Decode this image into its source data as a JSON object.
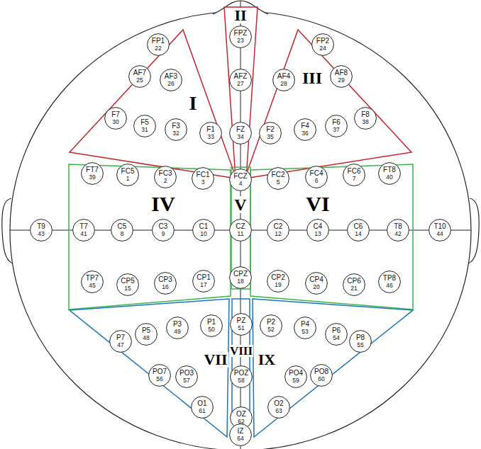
{
  "diagram": {
    "nodes": [
      {
        "text": [
          "I"
        ]
      },
      {
        "text": [
          "FP1",
          "22"
        ],
        "in": 0
      },
      {
        "text": [
          "AF7",
          "25"
        ],
        "in": 0
      },
      {
        "text": [
          "AF3",
          "26"
        ],
        "in": 0
      },
      {
        "text": [
          "F7",
          "30"
        ],
        "in": 0
      },
      {
        "text": [
          "F5",
          "31"
        ],
        "in": 0
      },
      {
        "text": [
          "F3",
          "32"
        ],
        "in": 0
      },
      {
        "text": [
          "F1",
          "33"
        ],
        "in": 0
      },
      {
        "text": [
          "II"
        ]
      },
      {
        "text": [
          "FPZ",
          "23"
        ],
        "in": 8
      },
      {
        "text": [
          "AFZ",
          "27"
        ],
        "in": 8
      },
      {
        "text": [
          "FZ",
          "34"
        ],
        "in": 8
      },
      {
        "text": [
          "III"
        ]
      },
      {
        "text": [
          "FP2",
          "24"
        ],
        "in": 12
      },
      {
        "text": [
          "AF4",
          "28"
        ],
        "in": 12
      },
      {
        "text": [
          "AF8",
          "29"
        ],
        "in": 12
      },
      {
        "text": [
          "F2",
          "35"
        ],
        "in": 12
      },
      {
        "text": [
          "F4",
          "36"
        ],
        "in": 12
      },
      {
        "text": [
          "F6",
          "37"
        ],
        "in": 12
      },
      {
        "text": [
          "F8",
          "38"
        ],
        "in": 12
      },
      {
        "text": [
          "IV"
        ]
      },
      {
        "text": [
          "FT7",
          "39"
        ],
        "in": 20
      },
      {
        "text": [
          "FC5",
          "1"
        ],
        "in": 20
      },
      {
        "text": [
          "FC3",
          "2"
        ],
        "in": 20
      },
      {
        "text": [
          "FC1",
          "3"
        ],
        "in": 20
      },
      {
        "text": [
          "T7",
          "41"
        ],
        "in": 20
      },
      {
        "text": [
          "C5",
          "8"
        ],
        "in": 20
      },
      {
        "text": [
          "C3",
          "9"
        ],
        "in": 20
      },
      {
        "text": [
          "C1",
          "10"
        ],
        "in": 20
      },
      {
        "text": [
          "TP7",
          "45"
        ],
        "in": 20
      },
      {
        "text": [
          "CP5",
          "15"
        ],
        "in": 20
      },
      {
        "text": [
          "CP3",
          "16"
        ],
        "in": 20
      },
      {
        "text": [
          "CP1",
          "17"
        ],
        "in": 20
      },
      {
        "text": [
          "V"
        ]
      },
      {
        "text": [
          "FCZ",
          "4"
        ],
        "in": 33
      },
      {
        "text": [
          "CZ",
          "11"
        ],
        "in": 33
      },
      {
        "text": [
          "CPZ",
          "18"
        ],
        "in": 33
      },
      {
        "text": [
          "VI"
        ]
      },
      {
        "text": [
          "FC2",
          "5"
        ],
        "in": 37
      },
      {
        "text": [
          "FC4",
          "6"
        ],
        "in": 37
      },
      {
        "text": [
          "FC6",
          "7"
        ],
        "in": 37
      },
      {
        "text": [
          "FT8",
          "40"
        ],
        "in": 37
      },
      {
        "text": [
          "C2",
          "12"
        ],
        "in": 37
      },
      {
        "text": [
          "C4",
          "13"
        ],
        "in": 37
      },
      {
        "text": [
          "C6",
          "14"
        ],
        "in": 37
      },
      {
        "text": [
          "T8",
          "42"
        ],
        "in": 37
      },
      {
        "text": [
          "CP2",
          "19"
        ],
        "in": 37
      },
      {
        "text": [
          "CP4",
          "20"
        ],
        "in": 37
      },
      {
        "text": [
          "CP6",
          "21"
        ],
        "in": 37
      },
      {
        "text": [
          "TP8",
          "46"
        ],
        "in": 37
      },
      {
        "text": [
          "VII"
        ]
      },
      {
        "text": [
          "P7",
          "47"
        ],
        "in": 50
      },
      {
        "text": [
          "P5",
          "48"
        ],
        "in": 50
      },
      {
        "text": [
          "P3",
          "49"
        ],
        "in": 50
      },
      {
        "text": [
          "P1",
          "50"
        ],
        "in": 50
      },
      {
        "text": [
          "PO7",
          "56"
        ],
        "in": 50
      },
      {
        "text": [
          "PO3",
          "57"
        ],
        "in": 50
      },
      {
        "text": [
          "O1",
          "61"
        ],
        "in": 50
      },
      {
        "text": [
          "VIII"
        ]
      },
      {
        "text": [
          "PZ",
          "51"
        ],
        "in": 58
      },
      {
        "text": [
          "POZ",
          "58"
        ],
        "in": 58
      },
      {
        "text": [
          "OZ",
          "62"
        ],
        "in": 58
      },
      {
        "text": [
          "IX"
        ]
      },
      {
        "text": [
          "P2",
          "52"
        ],
        "in": 62
      },
      {
        "text": [
          "P4",
          "53"
        ],
        "in": 62
      },
      {
        "text": [
          "P6",
          "54"
        ],
        "in": 62
      },
      {
        "text": [
          "P8",
          "55"
        ],
        "in": 62
      },
      {
        "text": [
          "PO4",
          "59"
        ],
        "in": 62
      },
      {
        "text": [
          "PO8",
          "60"
        ],
        "in": 62
      },
      {
        "text": [
          "O2",
          "63"
        ],
        "in": 62
      },
      {
        "text": [
          "T9",
          "43"
        ]
      },
      {
        "text": [
          "T10",
          "44"
        ]
      },
      {
        "text": [
          "IZ",
          "64"
        ]
      }
    ]
  }
}
